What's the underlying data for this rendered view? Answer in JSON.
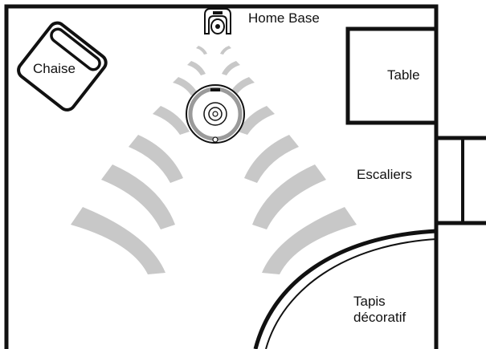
{
  "labels": {
    "home_base": "Home Base",
    "table": "Table",
    "escaliers": "Escaliers",
    "tapis_line1": "Tapis",
    "tapis_line2": "décoratif",
    "chaise": "Chaise"
  },
  "colors": {
    "wall": "#111111",
    "signal": "#c8c8c8",
    "robot_body": "#ffffff",
    "robot_ring": "#9a9a9a"
  },
  "icons": {
    "dock": "home-base-dock-icon",
    "robot": "robot-vacuum-icon"
  }
}
